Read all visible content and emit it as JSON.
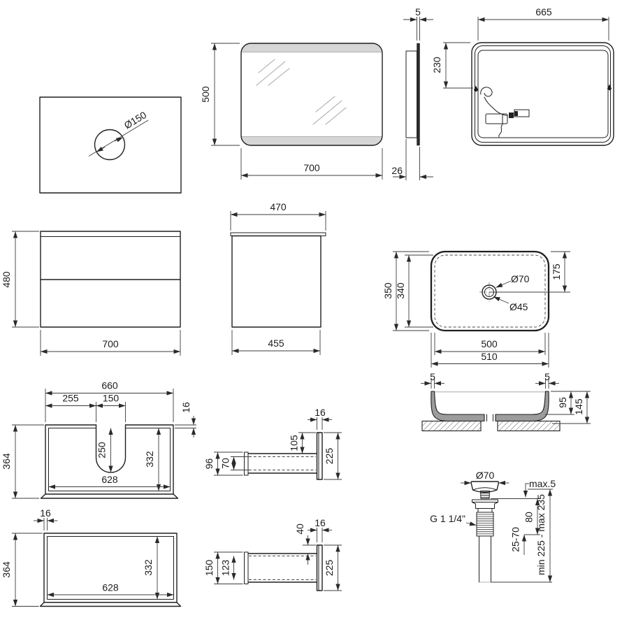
{
  "palette": {
    "line": "#1f1f1f",
    "dimension_line": "#3c3c3c",
    "mirror_band_gray": "#d6d6d6",
    "ceramic_gray": "#9c9c9c",
    "background": "#ffffff"
  },
  "views": {
    "countertop_top": {
      "hole": "Ø150"
    },
    "mirror_front": {
      "height": "500",
      "width": "700"
    },
    "mirror_side": {
      "thickness": "5",
      "depth": "26"
    },
    "mirror_back": {
      "width": "665",
      "mount_offset": "230"
    },
    "cabinet_front": {
      "height": "480",
      "width": "700"
    },
    "cabinet_side": {
      "top_depth": "470",
      "body_depth": "455"
    },
    "basin_top": {
      "outer_width": "350",
      "inner_width": "340",
      "drain_offset": "175",
      "hole_top": "Ø70",
      "hole_drain": "Ø45",
      "inner_length": "500",
      "outer_length": "510"
    },
    "basin_section": {
      "wall_left": "5",
      "wall_right": "5",
      "bowl_depth": "95",
      "total_height": "145"
    },
    "drawer_upper_top": {
      "width": "660",
      "left_to_cutout": "255",
      "cutout_width": "150",
      "wall": "16",
      "depth": "364",
      "cutout_depth": "250",
      "inner_depth": "332",
      "inner_width": "628"
    },
    "drawer_upper_side": {
      "front_thickness": "16",
      "top_drop": "105",
      "front_height": "225",
      "back_height": "96",
      "inner_height": "70"
    },
    "drawer_lower_top": {
      "wall": "16",
      "depth": "364",
      "inner_depth": "332",
      "inner_width": "628"
    },
    "drawer_lower_side": {
      "top_drop": "40",
      "front_thickness": "16",
      "front_height": "225",
      "back_height": "150",
      "inner_height": "123"
    },
    "drain": {
      "cap": "Ø70",
      "deck_max": "max.5",
      "thread": "G 1 1/4\"",
      "body": "80",
      "clamp_range": "25-70",
      "length_range": "min 225 - max 235"
    }
  }
}
